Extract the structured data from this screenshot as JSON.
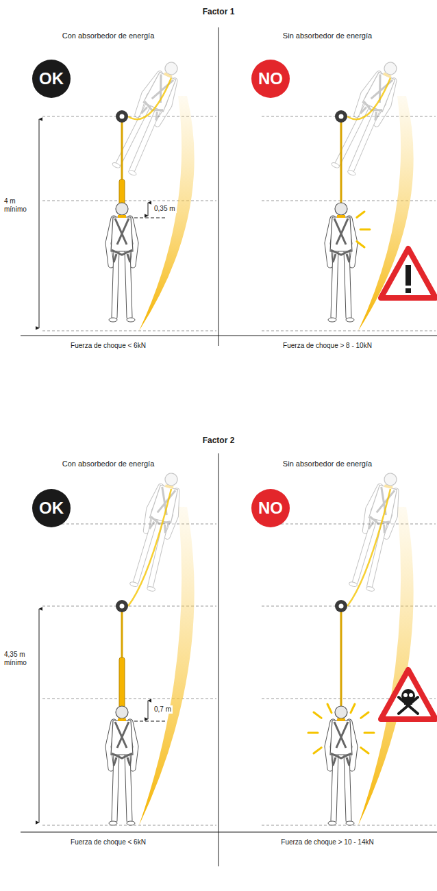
{
  "diagram": {
    "nodes": [
      {
        "text": [
          "OK"
        ]
      },
      {
        "text": [
          "NO"
        ]
      },
      {
        "text": [
          "OK"
        ]
      },
      {
        "text": [
          "NO"
        ]
      }
    ],
    "labels": [
      "Factor 1",
      "Con absorbedor de energía",
      "Sin absorbedor de energía",
      "0,35 m",
      "4 m mínimo",
      "Fuerza de choque < 6kN",
      "Fuerza de choque > 8 - 10kN",
      "Factor 2",
      "Con absorbedor de energía",
      "Sin absorbedor de energía",
      "0,7 m",
      "4,35 m mínimo",
      "Fuerza de choque < 6kN",
      "Fuerza de choque > 10 - 14kN"
    ]
  }
}
